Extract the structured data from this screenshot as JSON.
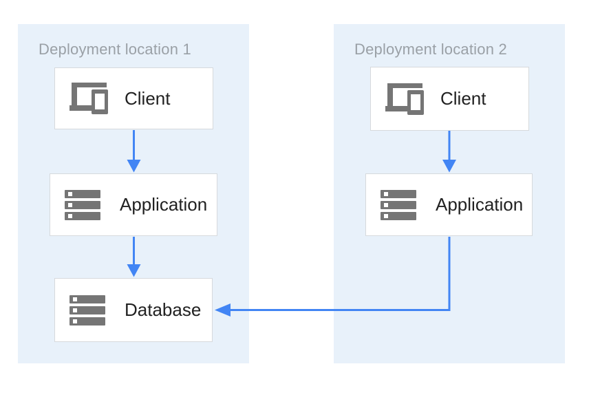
{
  "colors": {
    "canvas_bg": "#ffffff",
    "panel_bg": "#e8f1fa",
    "box_bg": "#ffffff",
    "box_border": "#d6d9dc",
    "arrow_blue": "#4285f4",
    "icon_gray": "#757575",
    "zone_label": "#9aa0a6",
    "node_label": "#212121"
  },
  "zones": [
    {
      "label": "Deployment location 1",
      "nodes": [
        {
          "id": "client-1",
          "label": "Client",
          "icon": "devices-icon"
        },
        {
          "id": "application-1",
          "label": "Application",
          "icon": "server-stack-icon"
        },
        {
          "id": "database-1",
          "label": "Database",
          "icon": "server-stack-icon"
        }
      ]
    },
    {
      "label": "Deployment location 2",
      "nodes": [
        {
          "id": "client-2",
          "label": "Client",
          "icon": "devices-icon"
        },
        {
          "id": "application-2",
          "label": "Application",
          "icon": "server-stack-icon"
        }
      ]
    }
  ],
  "connections": [
    {
      "from": "client-1",
      "to": "application-1",
      "shape": "straight-down-arrow"
    },
    {
      "from": "application-1",
      "to": "database-1",
      "shape": "straight-down-arrow"
    },
    {
      "from": "client-2",
      "to": "application-2",
      "shape": "straight-down-arrow"
    },
    {
      "from": "application-2",
      "to": "database-1",
      "shape": "elbow-left-arrow"
    }
  ]
}
